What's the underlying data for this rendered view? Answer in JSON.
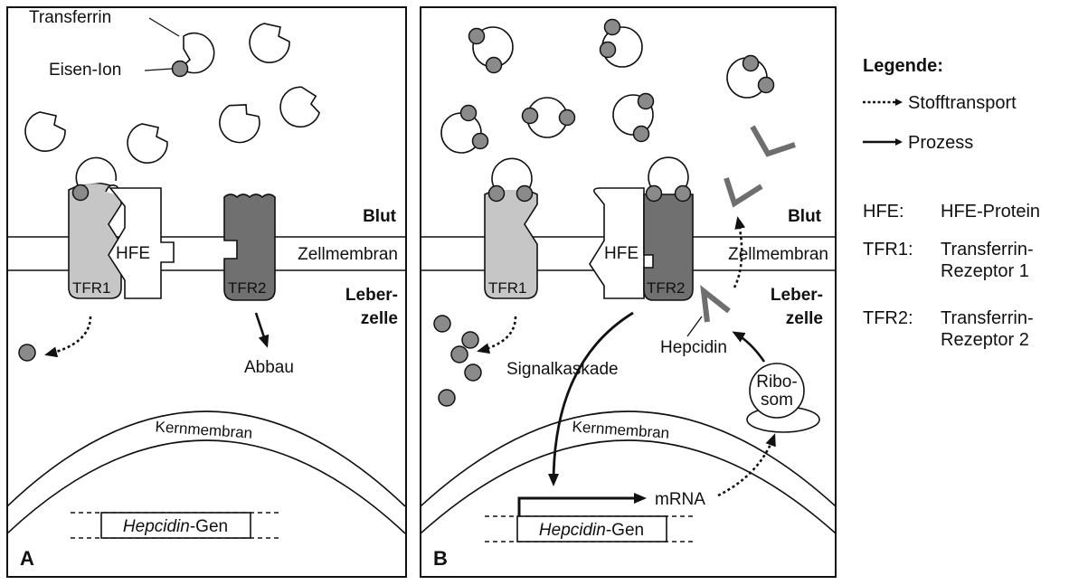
{
  "panel_a": {
    "letter": "A",
    "transferrin_label": "Transferrin",
    "iron_label": "Eisen-Ion",
    "blood_label": "Blut",
    "membrane_label": "Zellmembran",
    "liver_label_1": "Leber-",
    "liver_label_2": "zelle",
    "hfe_label": "HFE",
    "tfr1_label": "TFR1",
    "tfr2_label": "TFR2",
    "degradation_label": "Abbau",
    "nuclear_membrane_label": "Kernmembran",
    "gene_name": "Hepcidin",
    "gene_suffix": "-Gen"
  },
  "panel_b": {
    "letter": "B",
    "blood_label": "Blut",
    "membrane_label": "Zellmembran",
    "liver_label_1": "Leber-",
    "liver_label_2": "zelle",
    "hfe_label": "HFE",
    "tfr1_label": "TFR1",
    "tfr2_label": "TFR2",
    "signal_label": "Signalkaskade",
    "hepcidin_label": "Hepcidin",
    "ribosome_label_1": "Ribo-",
    "ribosome_label_2": "som",
    "nuclear_membrane_label": "Kernmembran",
    "mrna_label": "mRNA",
    "gene_name": "Hepcidin",
    "gene_suffix": "-Gen"
  },
  "legend": {
    "title": "Legende:",
    "transport_label": "Stofftransport",
    "process_label": "Prozess",
    "abbreviations": [
      {
        "abbr": "HFE:",
        "line1": "HFE-Protein",
        "line2": ""
      },
      {
        "abbr": "TFR1:",
        "line1": "Transferrin-",
        "line2": "Rezeptor 1"
      },
      {
        "abbr": "TFR2:",
        "line1": "Transferrin-",
        "line2": "Rezeptor 2"
      }
    ]
  },
  "colors": {
    "tfr1_fill": "#c6c6c6",
    "tfr2_fill": "#707070",
    "iron_fill": "#8a8a8a",
    "hepcidin_stroke": "#6e6e6e",
    "line": "#111111"
  }
}
